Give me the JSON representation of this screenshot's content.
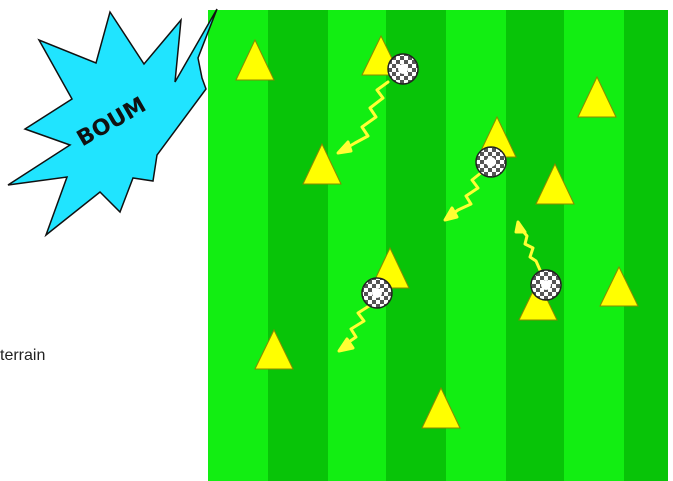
{
  "labels": {
    "burst_text": "BOUM",
    "side_text": "terrain"
  },
  "colors": {
    "field_light": "#12ee12",
    "field_dark": "#08c408",
    "cone_fill": "#ffff00",
    "cone_stroke": "#8a8a00",
    "burst_fill": "#20e4ff",
    "burst_stroke": "#111111",
    "arrow": "#ffff33"
  },
  "icons": {
    "cone": "triangle-cone-icon",
    "ball": "soccer-ball-icon",
    "movement": "zigzag-arrow-icon",
    "burst": "explosion-burst-icon"
  },
  "field": {
    "stripe_count": 8
  }
}
